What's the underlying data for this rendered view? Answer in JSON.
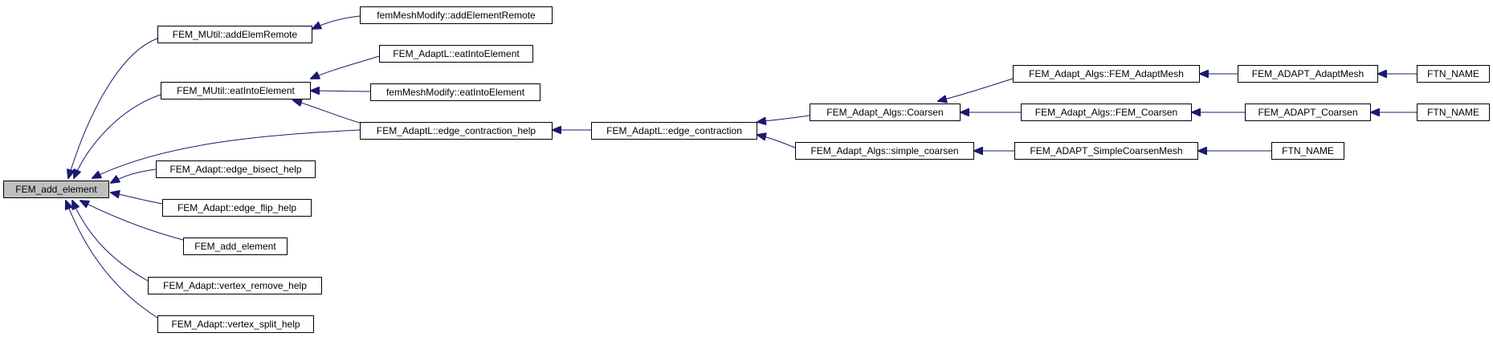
{
  "colors": {
    "edge": "#191970",
    "root_fill": "#bfbfbf",
    "node_fill": "#ffffff",
    "node_border": "#000000"
  },
  "nodes": {
    "root": "FEM_add_element",
    "mutil_addelemremote": "FEM_MUtil::addElemRemote",
    "mutil_eatintoelement": "FEM_MUtil::eatIntoElement",
    "adaptl_edge_contraction_help": "FEM_AdaptL::edge_contraction_help",
    "adapt_edge_bisect_help": "FEM_Adapt::edge_bisect_help",
    "adapt_edge_flip_help": "FEM_Adapt::edge_flip_help",
    "fem_add_element_2": "FEM_add_element",
    "adapt_vertex_remove_help": "FEM_Adapt::vertex_remove_help",
    "adapt_vertex_split_help": "FEM_Adapt::vertex_split_help",
    "femmeshmodify_addelementremote": "femMeshModify::addElementRemote",
    "adaptl_eatintoelement": "FEM_AdaptL::eatIntoElement",
    "femmeshmodify_eatintoelement": "femMeshModify::eatIntoElement",
    "adaptl_edge_contraction": "FEM_AdaptL::edge_contraction",
    "algs_coarsen": "FEM_Adapt_Algs::Coarsen",
    "algs_simple_coarsen": "FEM_Adapt_Algs::simple_coarsen",
    "algs_fem_adaptmesh": "FEM_Adapt_Algs::FEM_AdaptMesh",
    "algs_fem_coarsen": "FEM_Adapt_Algs::FEM_Coarsen",
    "adapt_simplecoarsenmesh": "FEM_ADAPT_SimpleCoarsenMesh",
    "adapt_adaptmesh": "FEM_ADAPT_AdaptMesh",
    "adapt_coarsen": "FEM_ADAPT_Coarsen",
    "ftn_name_1": "FTN_NAME",
    "ftn_name_2": "FTN_NAME",
    "ftn_name_3": "FTN_NAME"
  }
}
